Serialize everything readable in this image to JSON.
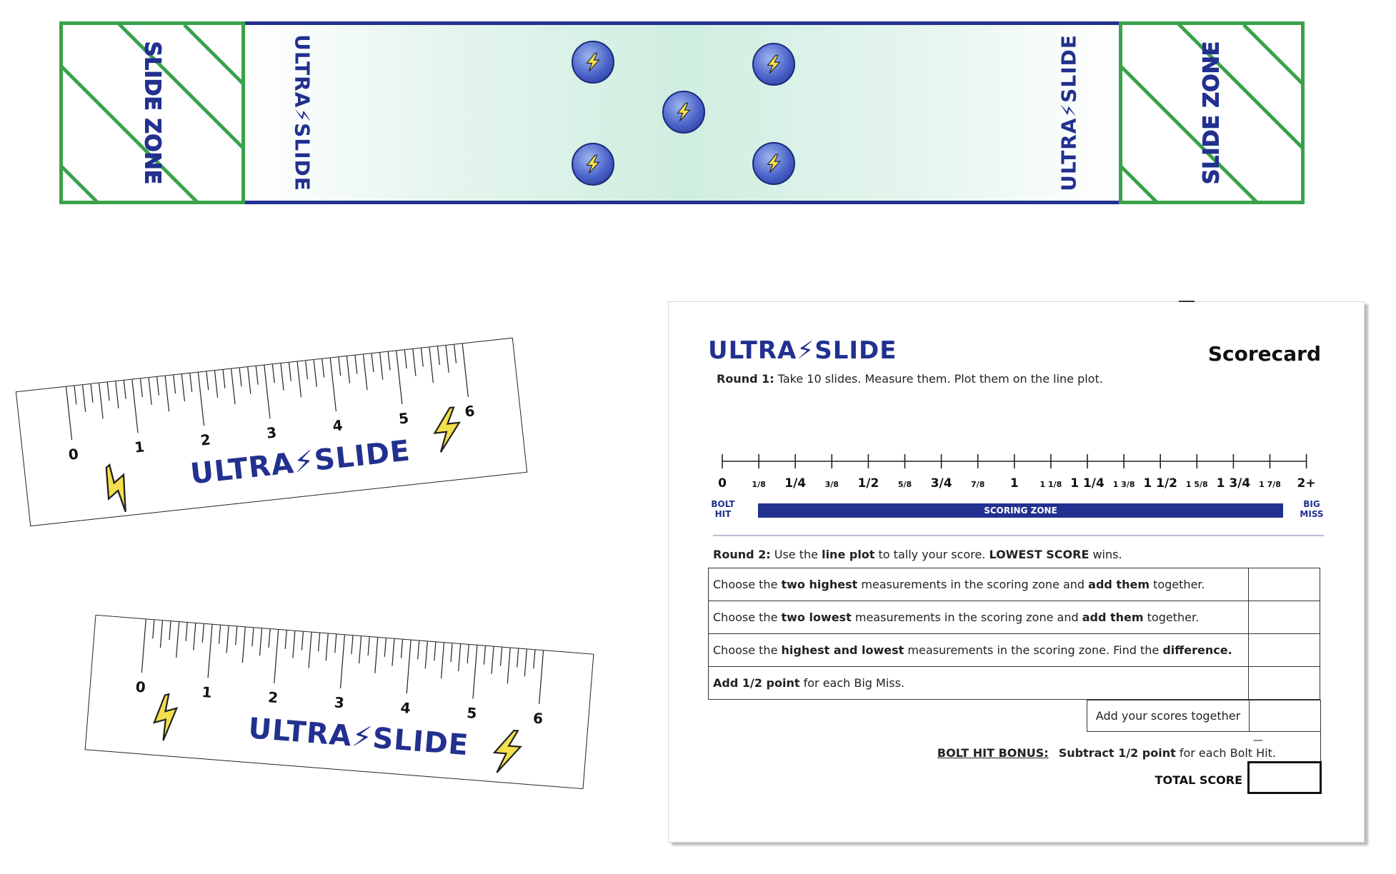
{
  "board": {
    "left_zone_label": "SLIDE ZONE",
    "right_zone_label": "SLIDE ZONE",
    "left_logo": "ULTRA⚡SLIDE",
    "right_logo": "ULTRA⚡SLIDE",
    "target_icon": "lightning-bolt-icon",
    "colors": {
      "zone_border": "#3aa24a",
      "lane_border": "#22308f",
      "lane_fill": "#cfeee0",
      "bolt": "#f4e04d"
    }
  },
  "rulers": [
    {
      "ticks": [
        "0",
        "1",
        "2",
        "3",
        "4",
        "5",
        "6"
      ],
      "logo": "ULTRA⚡SLIDE"
    },
    {
      "ticks": [
        "0",
        "1",
        "2",
        "3",
        "4",
        "5",
        "6"
      ],
      "logo": "ULTRA⚡SLIDE"
    }
  ],
  "scorecard": {
    "logo": "ULTRA⚡SLIDE",
    "title": "Scorecard",
    "round1": {
      "label": "Round 1:",
      "text": "Take 10 slides. Measure them. Plot them on the line plot."
    },
    "line_plot": {
      "ticks": [
        "0",
        "1/8",
        "1/4",
        "3/8",
        "1/2",
        "5/8",
        "3/4",
        "7/8",
        "1",
        "1 1/8",
        "1 1/4",
        "1 3/8",
        "1 1/2",
        "1 5/8",
        "1 3/4",
        "1 7/8",
        "2+"
      ],
      "bolt_hit": "BOLT HIT",
      "big_miss": "BIG MISS",
      "scoring_zone": "SCORING ZONE"
    },
    "round2": {
      "label": "Round 2:",
      "pre": "Use the",
      "b1": "line plot",
      "mid": "to tally your score.",
      "b2": "LOWEST SCORE",
      "post": "wins."
    },
    "rules": [
      {
        "t1": "Choose the ",
        "b1": "two highest",
        "t2": " measurements in the scoring zone and ",
        "b2": "add them",
        "t3": " together."
      },
      {
        "t1": "Choose the ",
        "b1": "two lowest",
        "t2": " measurements in the scoring zone and ",
        "b2": "add them",
        "t3": " together."
      },
      {
        "t1": "Choose the ",
        "b1": "highest and lowest",
        "t2": " measurements in the scoring zone. Find the ",
        "b2": "difference.",
        "t3": ""
      },
      {
        "t1": "",
        "b1": "Add 1/2 point",
        "t2": " for each Big Miss.",
        "b2": "",
        "t3": ""
      }
    ],
    "add_scores": "Add your scores together",
    "bonus": {
      "label": "BOLT HIT BONUS:",
      "bold": "Subtract 1/2 point",
      "text": " for each Bolt Hit.",
      "box_mark": "—"
    },
    "total_label": "TOTAL SCORE"
  }
}
